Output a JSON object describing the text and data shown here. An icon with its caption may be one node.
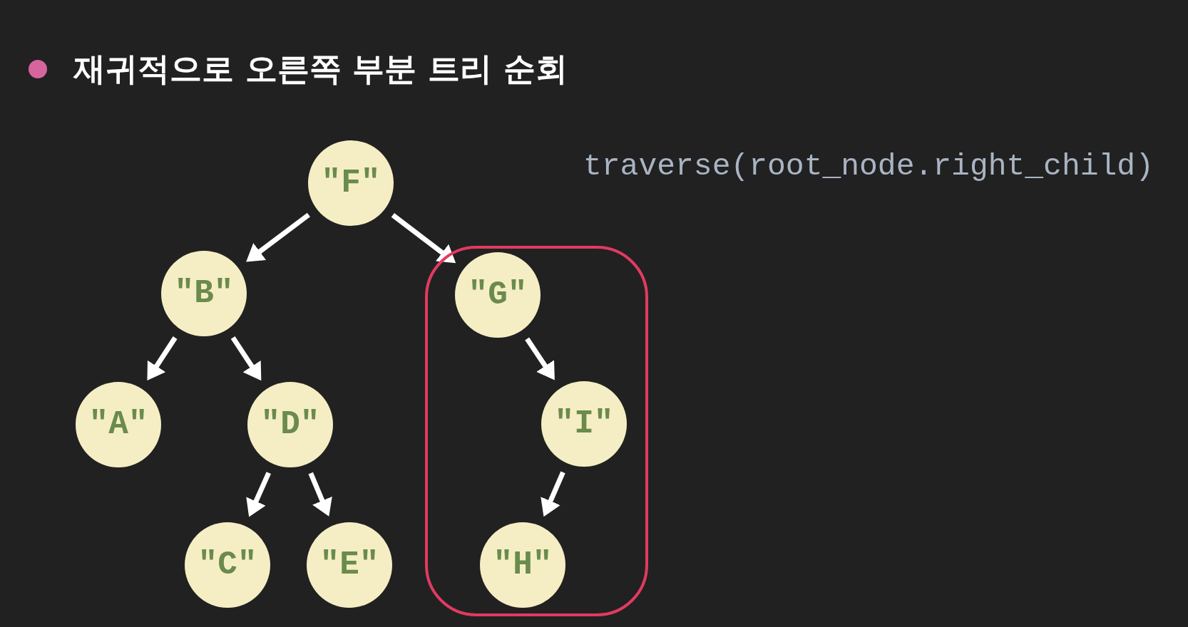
{
  "diagram": {
    "title": "재귀적으로 오른쪽 부분 트리 순회",
    "nodes": [
      {
        "text": [
          "\"F\""
        ]
      },
      {
        "text": [
          "\"B\""
        ]
      },
      {
        "text": [],
        "shape": "box"
      },
      {
        "text": [
          "\"G\""
        ],
        "in": 2
      },
      {
        "text": [
          "\"A\""
        ]
      },
      {
        "text": [
          "\"D\""
        ]
      },
      {
        "text": [
          "\"I\""
        ],
        "in": 2
      },
      {
        "text": [
          "\"C\""
        ]
      },
      {
        "text": [
          "\"E\""
        ]
      },
      {
        "text": [
          "\"H\""
        ],
        "in": 2
      }
    ],
    "edges": [
      {
        "from": 0,
        "to": 1,
        "arrow": "to"
      },
      {
        "from": 0,
        "to": 3,
        "arrow": "to"
      },
      {
        "from": 1,
        "to": 4,
        "arrow": "to"
      },
      {
        "from": 1,
        "to": 5,
        "arrow": "to"
      },
      {
        "from": 5,
        "to": 7,
        "arrow": "to"
      },
      {
        "from": 5,
        "to": 8,
        "arrow": "to"
      },
      {
        "from": 3,
        "to": 6,
        "arrow": "to"
      },
      {
        "from": 6,
        "to": 9,
        "arrow": "to"
      }
    ],
    "labels": [
      "traverse(root_node.right_child)"
    ]
  }
}
